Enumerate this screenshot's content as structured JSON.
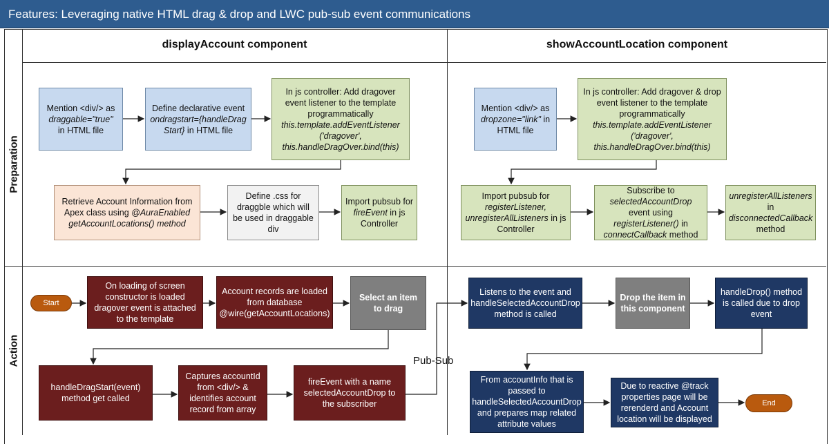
{
  "header": {
    "subtitle": "Features: Leveraging native HTML drag & drop and LWC pub-sub event communications"
  },
  "columns": {
    "left": "displayAccount component",
    "right": "showAccountLocation component"
  },
  "lanes": {
    "preparation": "Preparation",
    "action": "Action"
  },
  "prep_left": {
    "b1": {
      "l1": "Mention <div/> as",
      "l2": "draggable=\"true\"",
      "l3": "in HTML file"
    },
    "b2": {
      "l1": "Define declarative event",
      "l2": "ondragstart={handleDrag",
      "l3": "Start}",
      "l4": " in HTML file"
    },
    "b3": {
      "l1": "In js controller: Add dragover event listener to the template programmatically",
      "l2": "this.template.addEventListener ('dragover', this.handleDragOver.bind(this)"
    },
    "b4": {
      "l1": "Retrieve Account Information from Apex class using ",
      "l2": "@AuraEnabled getAccountLocations() method"
    },
    "b5": "Define .css for draggble which will be used in draggable div",
    "b6": {
      "l1": "Import pubsub for ",
      "l2": "fireEvent",
      "l3": " in js Controller"
    }
  },
  "prep_right": {
    "b1": {
      "l1": "Mention <div/> as",
      "l2": "dropzone=\"link\"",
      "l3": " in HTML file"
    },
    "b2": {
      "l1": "In js controller: Add dragover & drop event listener to the template programmatically",
      "l2": "this.template.addEventListener ('dragover', this.handleDragOver.bind(this)"
    },
    "b3": {
      "l1": "Import pubsub for ",
      "l2": "registerListener, unregisterAllListeners",
      "l3": " in js Controller"
    },
    "b4": {
      "l1": "Subscribe to ",
      "l2": "selectedAccountDrop",
      "l3": " event using ",
      "l4": "registerListener()",
      "l5": " in ",
      "l6": "connectCallback",
      "l7": " method"
    },
    "b5": {
      "l1": "unregisterAllListeners",
      "l2": " in ",
      "l3": "disconnectedCallback",
      "l4": " method"
    }
  },
  "action_left": {
    "start": "Start",
    "a1": "On loading of screen constructor is loaded dragover event is attached to the template",
    "a2": "Account records are loaded from database @wire(getAccountLocations)",
    "a3": "Select an item to drag",
    "a4": "handleDragStart(event) method get called",
    "a5": "Captures accountId from <div/> & identifies account record from array",
    "a6": "fireEvent with a name selectedAccountDrop to the subscriber"
  },
  "pubsub": "Pub-Sub",
  "action_right": {
    "r1": "Listens to the event and handleSelectedAccountDrop method is called",
    "r2": "Drop the item in this component",
    "r3": "handleDrop() method is called due to drop event",
    "r4": "From accountInfo that is passed to handleSelectedAccountDrop and prepares map related attribute values",
    "r5": "Due to reactive @track properties page will be rerenderd and Account location will be displayed",
    "end": "End"
  },
  "colors": {
    "banner": "#2e5c8f",
    "blue": "#c7d9ef",
    "green": "#d7e4bd",
    "peach": "#fbe5d6",
    "darkred": "#6b1e1e",
    "navy": "#1f3864",
    "pill": "#b95a0e"
  }
}
